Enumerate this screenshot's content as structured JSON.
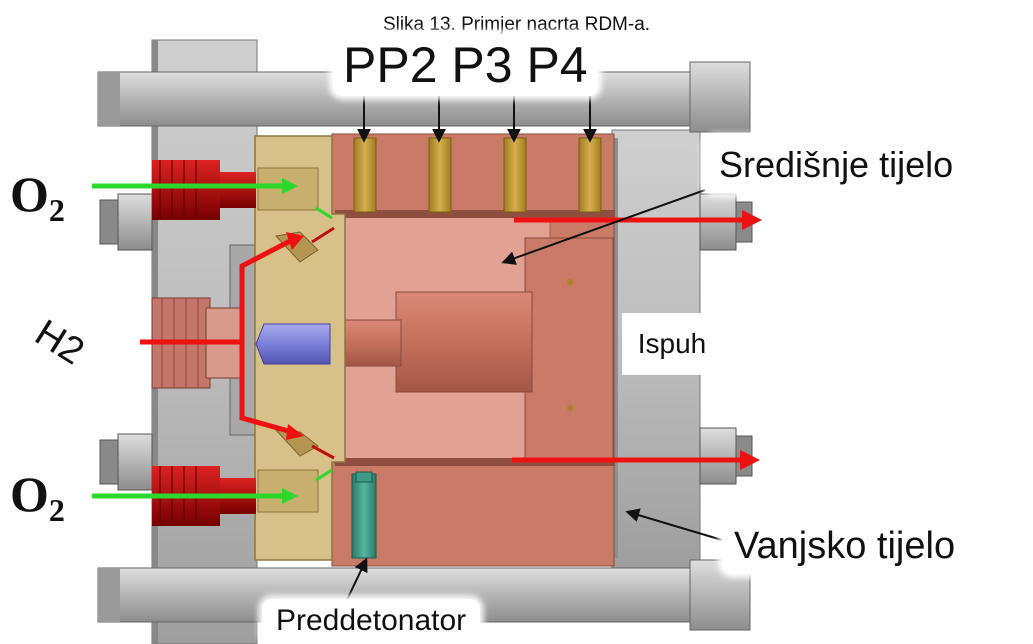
{
  "caption": "Slika 13. Primjer nacrta RDM-a.",
  "labels": {
    "pressure_ports": "PP2 P3 P4",
    "central_body": "Središnje tijelo",
    "exhaust": "Ispuh",
    "outer_body": "Vanjsko tijelo",
    "predetonator": "Preddetonator",
    "oxygen_top": "O",
    "oxygen_top_sub": "2",
    "oxygen_bottom": "O",
    "oxygen_bottom_sub": "2",
    "hydrogen": "H2"
  },
  "colors": {
    "steel": "#b9b9b9",
    "injector": "#d8c089",
    "outer_body": "#c97b68",
    "central_body": "#e2a193",
    "inner_pin": "#c6705c",
    "fitting_red": "#b81818",
    "fitting_copper": "#c4766a",
    "transducer": "#c9a13a",
    "nozzle": "#7c7fd8",
    "predetonator": "#3e9b86",
    "flow_green": "#2bd82b",
    "flow_red": "#ee1111",
    "pointer": "#111111"
  }
}
